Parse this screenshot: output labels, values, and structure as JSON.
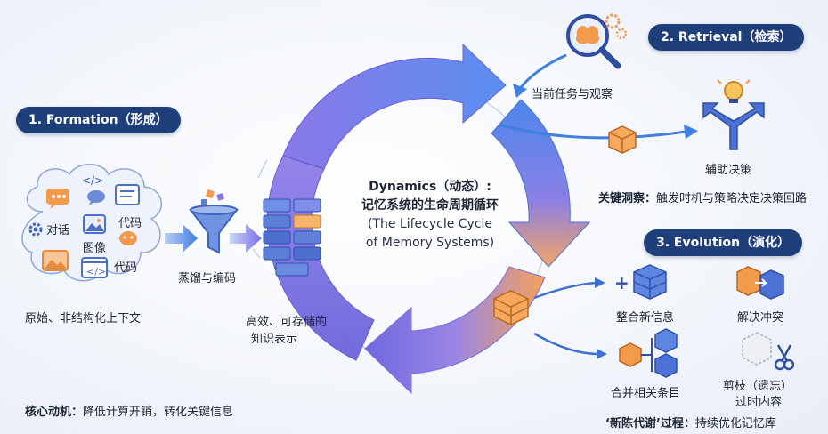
{
  "center": {
    "line1": "Dynamics（动态）:",
    "line2": "记忆系统的生命周期循环",
    "line3": "(The Lifecycle Cycle",
    "line4": "of Memory Systems)"
  },
  "formation": {
    "title": "1. Formation（形成）",
    "cloud_items": {
      "dialog": "对话",
      "image": "图像",
      "code1": "代码",
      "code2": "代码"
    },
    "source_label": "原始、非结构化上下文",
    "distill_label": "蒸馏与编码",
    "storage_label_1": "高效、可存储的",
    "storage_label_2": "知识表示",
    "motivation_key": "核心动机：",
    "motivation_text": "降低计算开销，转化关键信息"
  },
  "retrieval": {
    "title": "2. Retrieval（检索）",
    "query_label": "当前任务与观察",
    "decision_label": "辅助决策",
    "insight_key": "关键洞察：",
    "insight_text": "触发时机与策略决定决策回路"
  },
  "evolution": {
    "title": "3. Evolution（演化）",
    "integrate_label": "整合新信息",
    "resolve_label": "解决冲突",
    "merge_label": "合并相关条目",
    "prune_label_1": "剪枝（遗忘）",
    "prune_label_2": "过时内容",
    "process_key": "‘新陈代谢’过程：",
    "process_text": "持续优化记忆库"
  },
  "colors": {
    "pill_bg": "#1f3f7a",
    "arrow_purple": "#7b6ee6",
    "arrow_blue": "#3f7fe0",
    "arrow_orange": "#f4a25a",
    "cube_orange": "#f39a4c",
    "cube_blue": "#5c7fd6"
  }
}
